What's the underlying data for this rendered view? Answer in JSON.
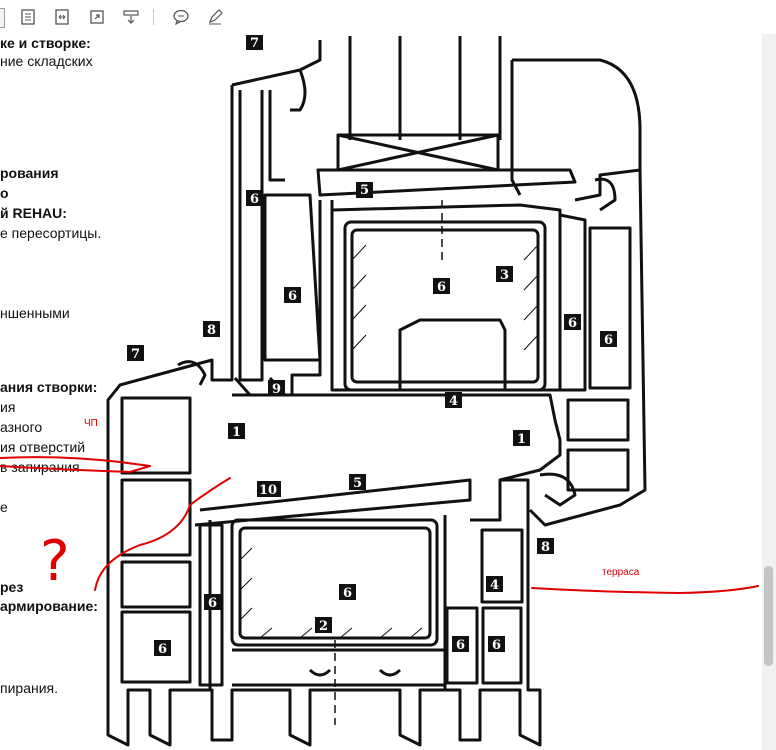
{
  "toolbar": {
    "icons": [
      "fit-page-icon",
      "fit-width-icon",
      "full-screen-icon",
      "download-icon",
      "comment-icon",
      "pen-icon"
    ]
  },
  "text_lines": [
    {
      "text": "ке и створке:",
      "bold": true
    },
    {
      "text": "ние складских",
      "bold": false
    },
    {
      "text": "рования",
      "bold": true
    },
    {
      "text": "о",
      "bold": true
    },
    {
      "text": "й REHAU:",
      "bold": true
    },
    {
      "text": "е пересортицы.",
      "bold": false
    },
    {
      "text": "ншенными",
      "bold": false
    },
    {
      "text": "ания створки:",
      "bold": true
    },
    {
      "text": "ия",
      "bold": false
    },
    {
      "text": "азного",
      "bold": false
    },
    {
      "text": "ия отверстий",
      "bold": false
    },
    {
      "text": "в запирания",
      "bold": false
    },
    {
      "text": "е",
      "bold": false
    },
    {
      "text": "рез",
      "bold": true
    },
    {
      "text": "армирование:",
      "bold": true
    },
    {
      "text": "пирания.",
      "bold": false
    }
  ],
  "annotations": {
    "small_red": "ЧП",
    "question": "?",
    "terrace": "терраса"
  },
  "labels": {
    "n1": "1",
    "n2": "2",
    "n3": "3",
    "n4": "4",
    "n5": "5",
    "n6": "6",
    "n7": "7",
    "n8": "8",
    "n9": "9",
    "n10": "10"
  },
  "colors": {
    "annotation": "#e00000",
    "profile": "#111111"
  }
}
